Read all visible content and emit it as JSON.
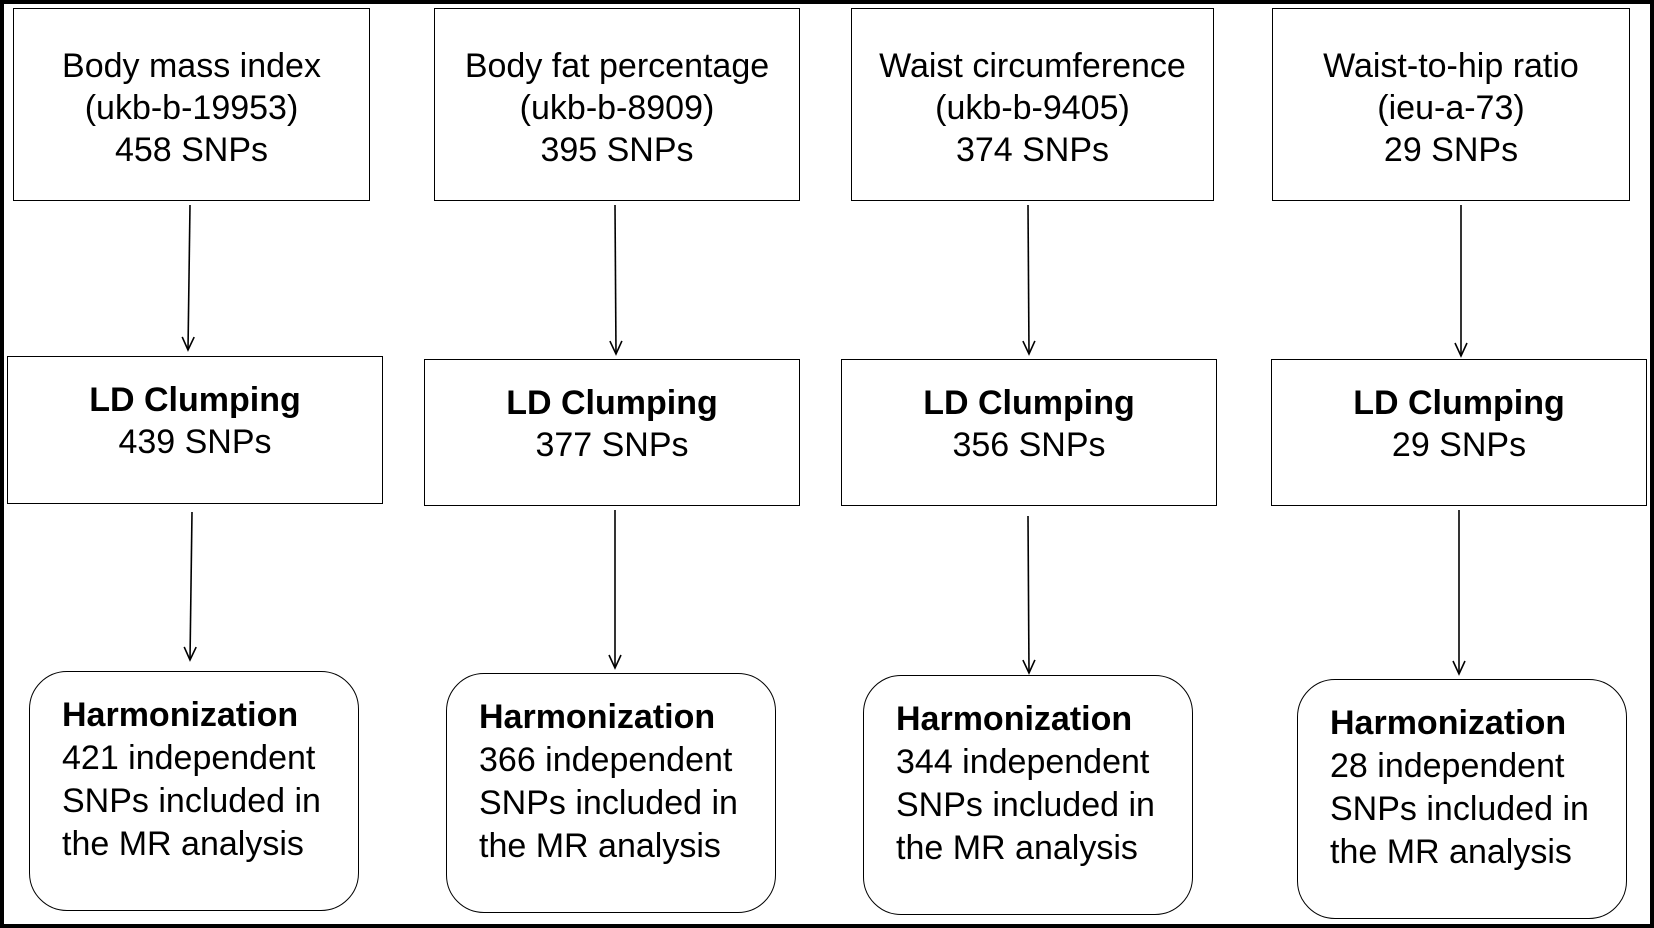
{
  "columns": [
    {
      "trait": "Body mass index",
      "id": "(ukb-b-19953)",
      "snps": "458 SNPs",
      "clump_title": "LD Clumping",
      "clump_snps": "439 SNPs",
      "harm_title": "Harmonization",
      "harm_lines": [
        "421 independent",
        "SNPs included in",
        "the MR analysis"
      ]
    },
    {
      "trait": "Body fat percentage",
      "id": "(ukb-b-8909)",
      "snps": "395 SNPs",
      "clump_title": "LD Clumping",
      "clump_snps": "377 SNPs",
      "harm_title": "Harmonization",
      "harm_lines": [
        "366 independent",
        "SNPs included in",
        "the MR analysis"
      ]
    },
    {
      "trait": "Waist circumference",
      "id": "(ukb-b-9405)",
      "snps": "374 SNPs",
      "clump_title": "LD Clumping",
      "clump_snps": "356 SNPs",
      "harm_title": "Harmonization",
      "harm_lines": [
        "344 independent",
        "SNPs included in",
        "the MR analysis"
      ]
    },
    {
      "trait": "Waist-to-hip ratio",
      "id": "(ieu-a-73)",
      "snps": "29 SNPs",
      "clump_title": "LD Clumping",
      "clump_snps": "29 SNPs",
      "harm_title": "Harmonization",
      "harm_lines": [
        "28 independent",
        "SNPs included in",
        "the MR analysis"
      ]
    }
  ]
}
